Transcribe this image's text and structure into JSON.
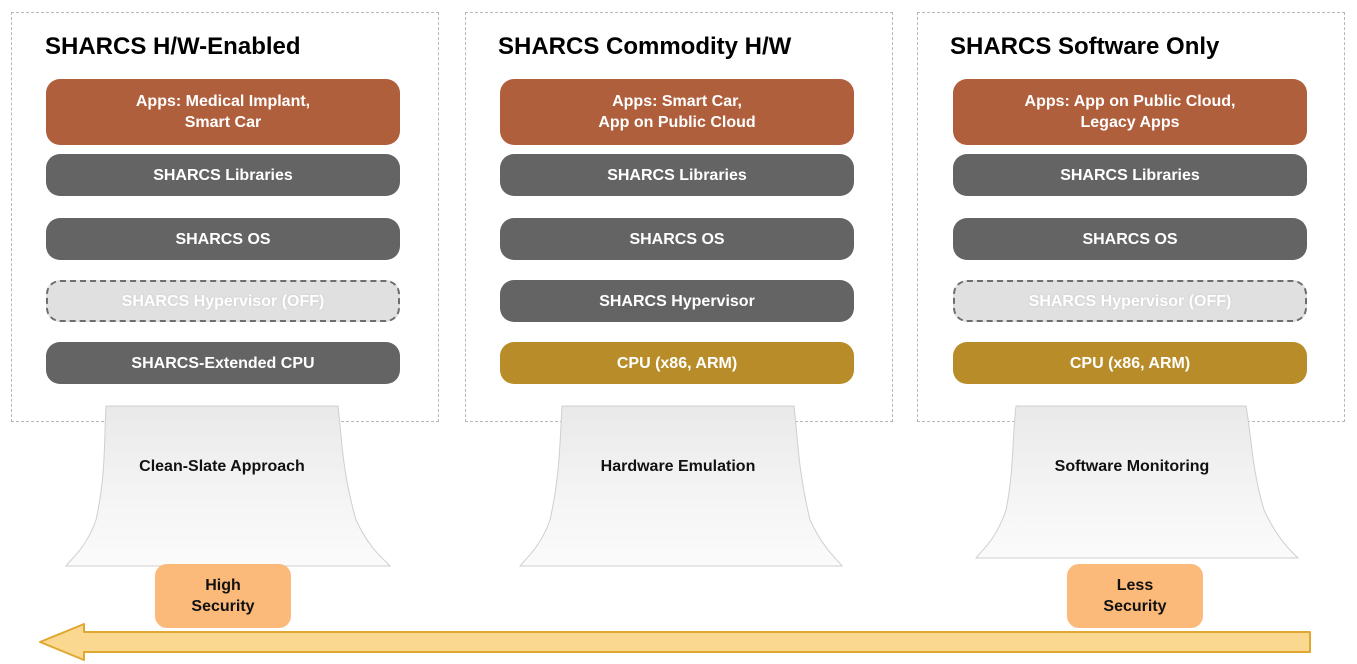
{
  "columns": [
    {
      "title": "SHARCS H/W-Enabled",
      "apps": "Apps: Medical Implant,\nSmart Car",
      "libraries": "SHARCS Libraries",
      "os": "SHARCS OS",
      "hypervisor": "SHARCS Hypervisor (OFF)",
      "hypervisor_state": "off",
      "cpu": "SHARCS-Extended CPU",
      "cpu_style": "gray",
      "approach": "Clean-Slate Approach"
    },
    {
      "title": "SHARCS Commodity H/W",
      "apps": "Apps: Smart Car,\nApp on Public Cloud",
      "libraries": "SHARCS Libraries",
      "os": "SHARCS OS",
      "hypervisor": "SHARCS Hypervisor",
      "hypervisor_state": "on",
      "cpu": "CPU (x86, ARM)",
      "cpu_style": "gold",
      "approach": "Hardware Emulation"
    },
    {
      "title": "SHARCS Software Only",
      "apps": "Apps: App on Public Cloud,\nLegacy Apps",
      "libraries": "SHARCS Libraries",
      "os": "SHARCS OS",
      "hypervisor": "SHARCS Hypervisor (OFF)",
      "hypervisor_state": "off",
      "cpu": "CPU (x86, ARM)",
      "cpu_style": "gold",
      "approach": "Software Monitoring"
    }
  ],
  "security": {
    "high": "High\nSecurity",
    "less": "Less\nSecurity"
  },
  "colors": {
    "apps": "#b05f3d",
    "layer_gray": "#646464",
    "cpu_gold": "#b98c2a",
    "hypervisor_off": "#e0e0e0",
    "security_badge": "#fbb97a",
    "arrow_fill": "#fbd890",
    "arrow_stroke": "#e0a830"
  }
}
